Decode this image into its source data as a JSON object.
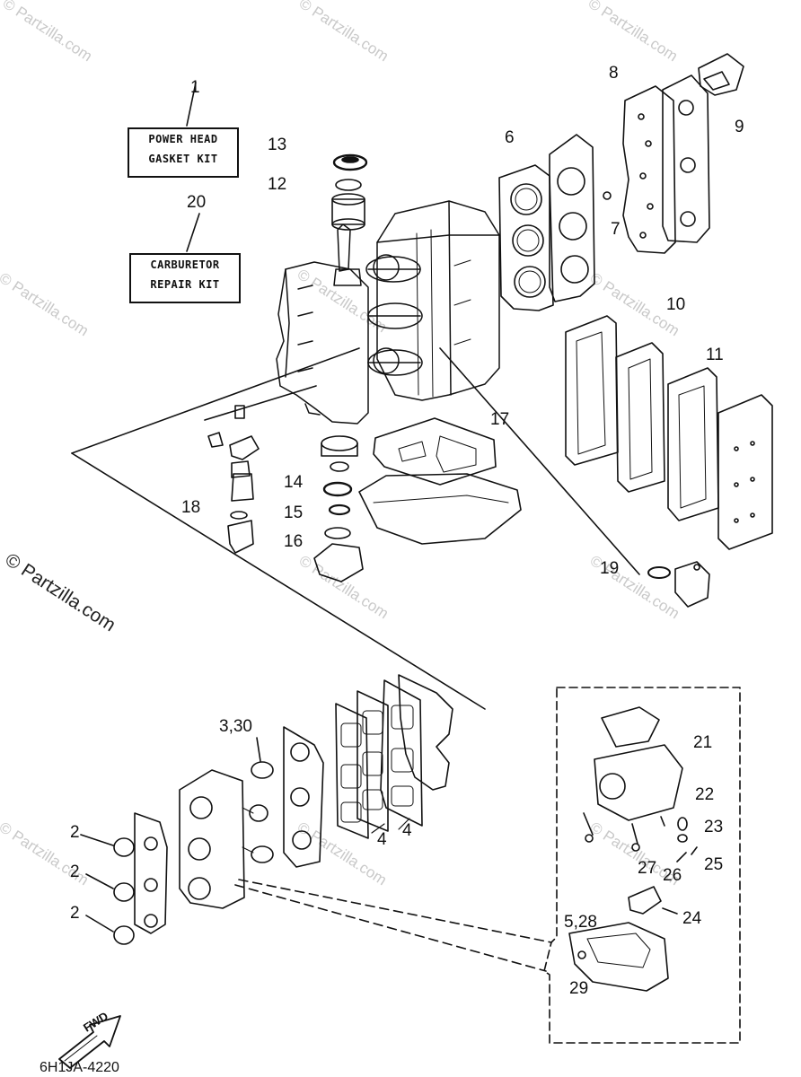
{
  "watermark": {
    "text": "© Partzilla.com",
    "big_text": "© Partzilla.com"
  },
  "kits": {
    "power_head": {
      "number": "1",
      "line1": "POWER HEAD",
      "line2": "GASKET KIT"
    },
    "carburetor": {
      "number": "20",
      "line1": "CARBURETOR",
      "line2": "REPAIR KIT"
    }
  },
  "callouts": {
    "c2a": "2",
    "c2b": "2",
    "c2c": "2",
    "c330": "3,30",
    "c4a": "4",
    "c4b": "4",
    "c528": "5,28",
    "c6": "6",
    "c7": "7",
    "c8": "8",
    "c9": "9",
    "c10": "10",
    "c11": "11",
    "c12": "12",
    "c13": "13",
    "c14": "14",
    "c15": "15",
    "c16": "16",
    "c17": "17",
    "c18": "18",
    "c19": "19",
    "c21": "21",
    "c22": "22",
    "c23": "23",
    "c24": "24",
    "c25": "25",
    "c26": "26",
    "c27": "27",
    "c29": "29"
  },
  "fwd_label": "FWD",
  "diagram_code": "6H1JA-4220",
  "colors": {
    "ink": "#111111",
    "watermark": "#c9c9c9",
    "paper": "#ffffff"
  }
}
